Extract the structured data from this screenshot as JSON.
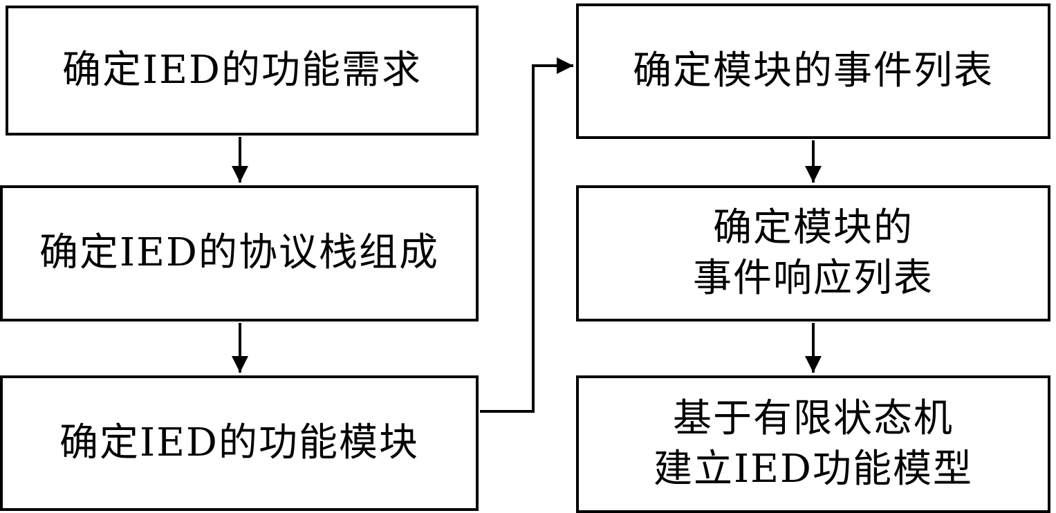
{
  "diagram": {
    "title": "IED function modeling flowchart",
    "boxes": [
      {
        "id": "box1",
        "label": "确定IED的功能需求"
      },
      {
        "id": "box2",
        "label": "确定IED的协议栈组成"
      },
      {
        "id": "box3",
        "label": "确定IED的功能模块"
      },
      {
        "id": "box4",
        "label": "确定模块的事件列表"
      },
      {
        "id": "box5",
        "label": "确定模块的\n事件响应列表"
      },
      {
        "id": "box6",
        "label": "基于有限状态机\n建立IED功能模型"
      }
    ],
    "connections": [
      {
        "from": "box1",
        "to": "box2",
        "type": "straight-down"
      },
      {
        "from": "box2",
        "to": "box3",
        "type": "straight-down"
      },
      {
        "from": "box3",
        "to": "box4",
        "type": "elbow-right-up-right"
      },
      {
        "from": "box4",
        "to": "box5",
        "type": "straight-down"
      },
      {
        "from": "box5",
        "to": "box6",
        "type": "straight-down"
      }
    ],
    "colors": {
      "border": "#000000",
      "background": "#ffffff",
      "text": "#000000",
      "arrow": "#000000"
    }
  }
}
